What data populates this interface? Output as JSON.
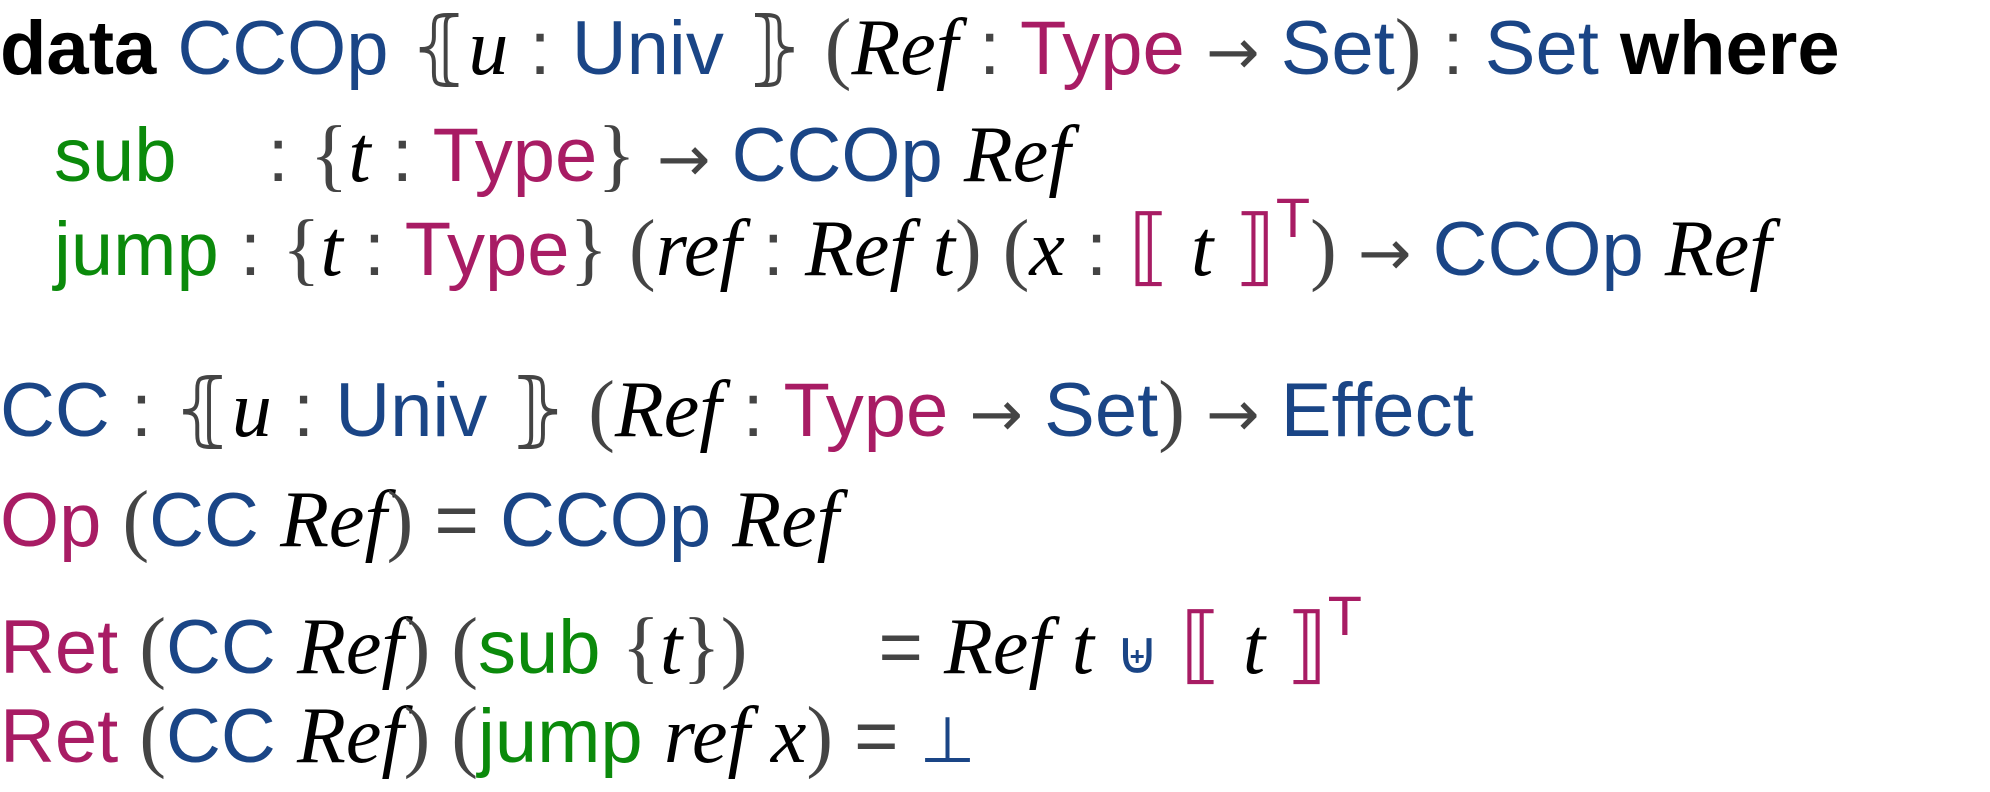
{
  "figure": {
    "data_decl": {
      "keyword_data": "data",
      "name": "CCOp",
      "implicit_open": "⦃",
      "implicit_var": "u",
      "colon": ":",
      "univ": "Univ",
      "implicit_close": "⦄",
      "param_open": "(",
      "param_var": "Ref",
      "type": "Type",
      "arrow": "→",
      "set": "Set",
      "param_close": ")",
      "result_set": "Set",
      "keyword_where": "where"
    },
    "constructors": [
      {
        "name": "sub",
        "colon": ":",
        "brace_open": "{",
        "var": "t",
        "type": "Type",
        "brace_close": "}",
        "arrow": "→",
        "result": "CCOp",
        "result_arg": "Ref"
      },
      {
        "name": "jump",
        "colon": ":",
        "brace_open": "{",
        "var": "t",
        "type": "Type",
        "brace_close": "}",
        "arg1_var": "ref",
        "arg1_type": "Ref",
        "arg1_type_arg": "t",
        "arg2_var": "x",
        "sem_open": "⟦",
        "sem_var": "t",
        "sem_close": "⟧",
        "sem_sup": "T",
        "arrow": "→",
        "result": "CCOp",
        "result_arg": "Ref"
      }
    ],
    "cc_sig": {
      "name": "CC",
      "colon": ":",
      "implicit_open": "⦃",
      "implicit_var": "u",
      "univ": "Univ",
      "implicit_close": "⦄",
      "param_var": "Ref",
      "type": "Type",
      "arrow": "→",
      "set": "Set",
      "result": "Effect"
    },
    "op_eq": {
      "fn": "Op",
      "cc": "CC",
      "ref": "Ref",
      "eq": "=",
      "result": "CCOp",
      "result_arg": "Ref"
    },
    "ret_sub_eq": {
      "fn": "Ret",
      "cc": "CC",
      "ref": "Ref",
      "ctor": "sub",
      "var": "t",
      "eq": "=",
      "rhs_ref": "Ref",
      "rhs_t": "t",
      "uplus": "⊎",
      "sem_open": "⟦",
      "sem_var": "t",
      "sem_close": "⟧",
      "sem_sup": "T"
    },
    "ret_jump_eq": {
      "fn": "Ret",
      "cc": "CC",
      "ref": "Ref",
      "ctor": "jump",
      "arg1": "ref",
      "arg2": "x",
      "eq": "=",
      "result": "⊥"
    },
    "colors": {
      "keyword": "#000000",
      "type_constructor": "#1a4586",
      "type_family": "#a81c64",
      "constructor": "#0b8a0b",
      "punctuation": "#444444"
    }
  }
}
